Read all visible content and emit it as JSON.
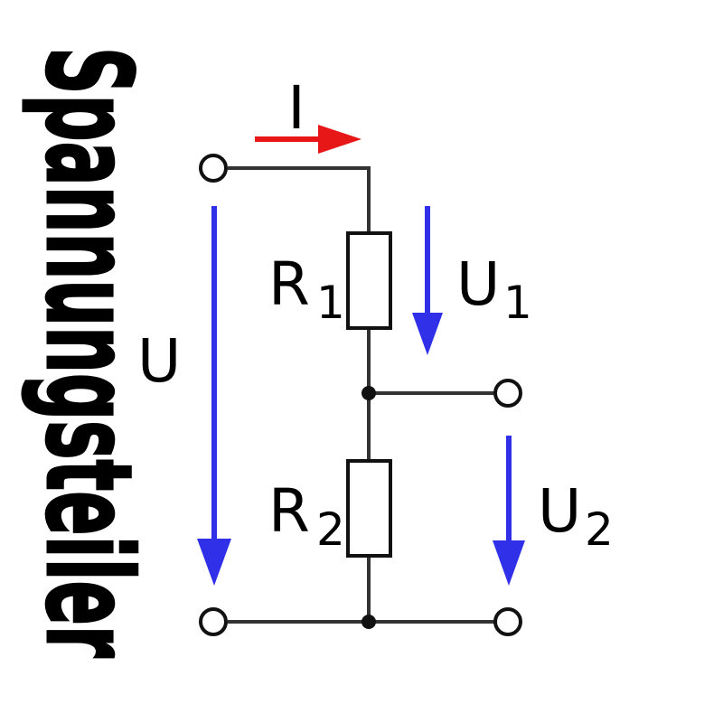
{
  "title": "Spannungsteiler",
  "colors": {
    "blue": "#3030e8",
    "red": "#e81717",
    "wire": "#333333",
    "component": "#111111",
    "text": "#000000",
    "background": "#ffffff"
  },
  "circuit": {
    "current_arrow": {
      "label": "I",
      "direction": "right"
    },
    "voltage_arrows": [
      {
        "label": "U",
        "sub": "",
        "direction": "down"
      },
      {
        "label": "U",
        "sub": "1",
        "direction": "down"
      },
      {
        "label": "U",
        "sub": "2",
        "direction": "down"
      }
    ],
    "resistors": [
      {
        "label": "R",
        "sub": "1"
      },
      {
        "label": "R",
        "sub": "2"
      }
    ],
    "terminals": 4
  }
}
